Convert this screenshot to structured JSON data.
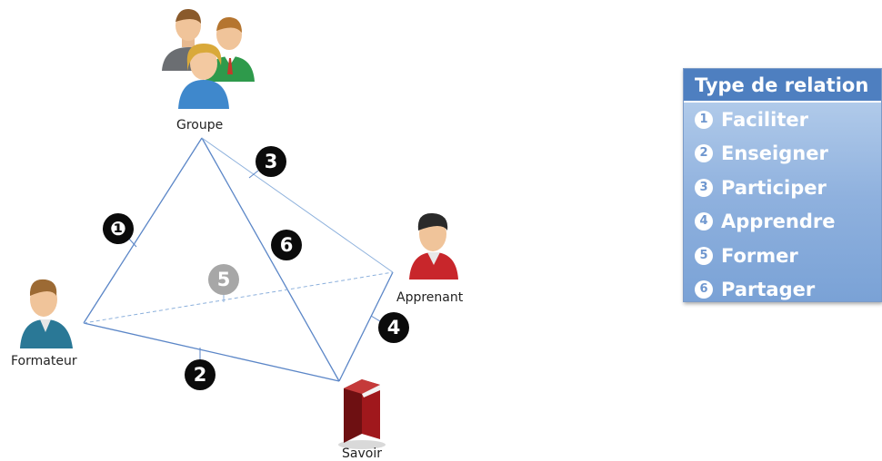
{
  "nodes": {
    "groupe": {
      "label": "Groupe"
    },
    "formateur": {
      "label": "Formateur"
    },
    "apprenant": {
      "label": "Apprenant"
    },
    "savoir": {
      "label": "Savoir"
    }
  },
  "badges": {
    "b1": "❶",
    "b2": "2",
    "b3": "3",
    "b4": "4",
    "b5": "5",
    "b6": "6"
  },
  "legend": {
    "title": "Type de relation",
    "items": [
      {
        "num": "1",
        "label": "Faciliter"
      },
      {
        "num": "2",
        "label": "Enseigner"
      },
      {
        "num": "3",
        "label": "Participer"
      },
      {
        "num": "4",
        "label": "Apprendre"
      },
      {
        "num": "5",
        "label": "Former"
      },
      {
        "num": "6",
        "label": "Partager"
      }
    ]
  },
  "colors": {
    "edge": "#5b86c7",
    "edge_dashed": "#8cb0dc",
    "badge": "#0b0b0b",
    "badge_grey": "#a7a7a7",
    "legend_header": "#4e7fc0"
  }
}
